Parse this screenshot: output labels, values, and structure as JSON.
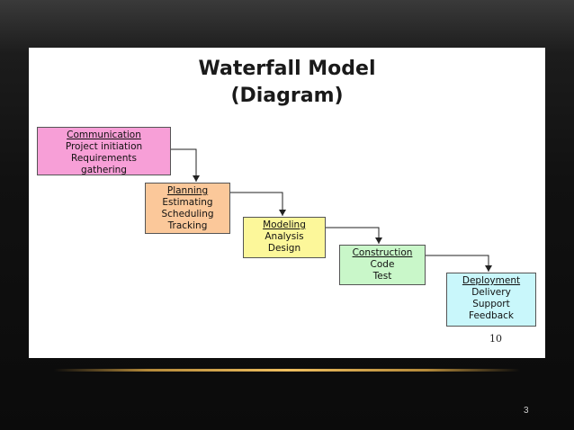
{
  "slide": {
    "title_line1": "Waterfall Model",
    "title_line2": "(Diagram)",
    "inner_page_number": "10",
    "slide_number": "3"
  },
  "phases": [
    {
      "id": "communication",
      "heading": "Communication",
      "lines": [
        "Project initiation",
        "Requirements",
        "gathering"
      ],
      "color": "#f79fd7"
    },
    {
      "id": "planning",
      "heading": "Planning",
      "lines": [
        "Estimating",
        "Scheduling",
        "Tracking"
      ],
      "color": "#fbc89a"
    },
    {
      "id": "modeling",
      "heading": "Modeling",
      "lines": [
        "Analysis",
        "Design"
      ],
      "color": "#fcf79a"
    },
    {
      "id": "construction",
      "heading": "Construction",
      "lines": [
        "Code",
        "Test"
      ],
      "color": "#c9f7c9"
    },
    {
      "id": "deployment",
      "heading": "Deployment",
      "lines": [
        "Delivery",
        "Support",
        "Feedback"
      ],
      "color": "#c9f7fb"
    }
  ]
}
